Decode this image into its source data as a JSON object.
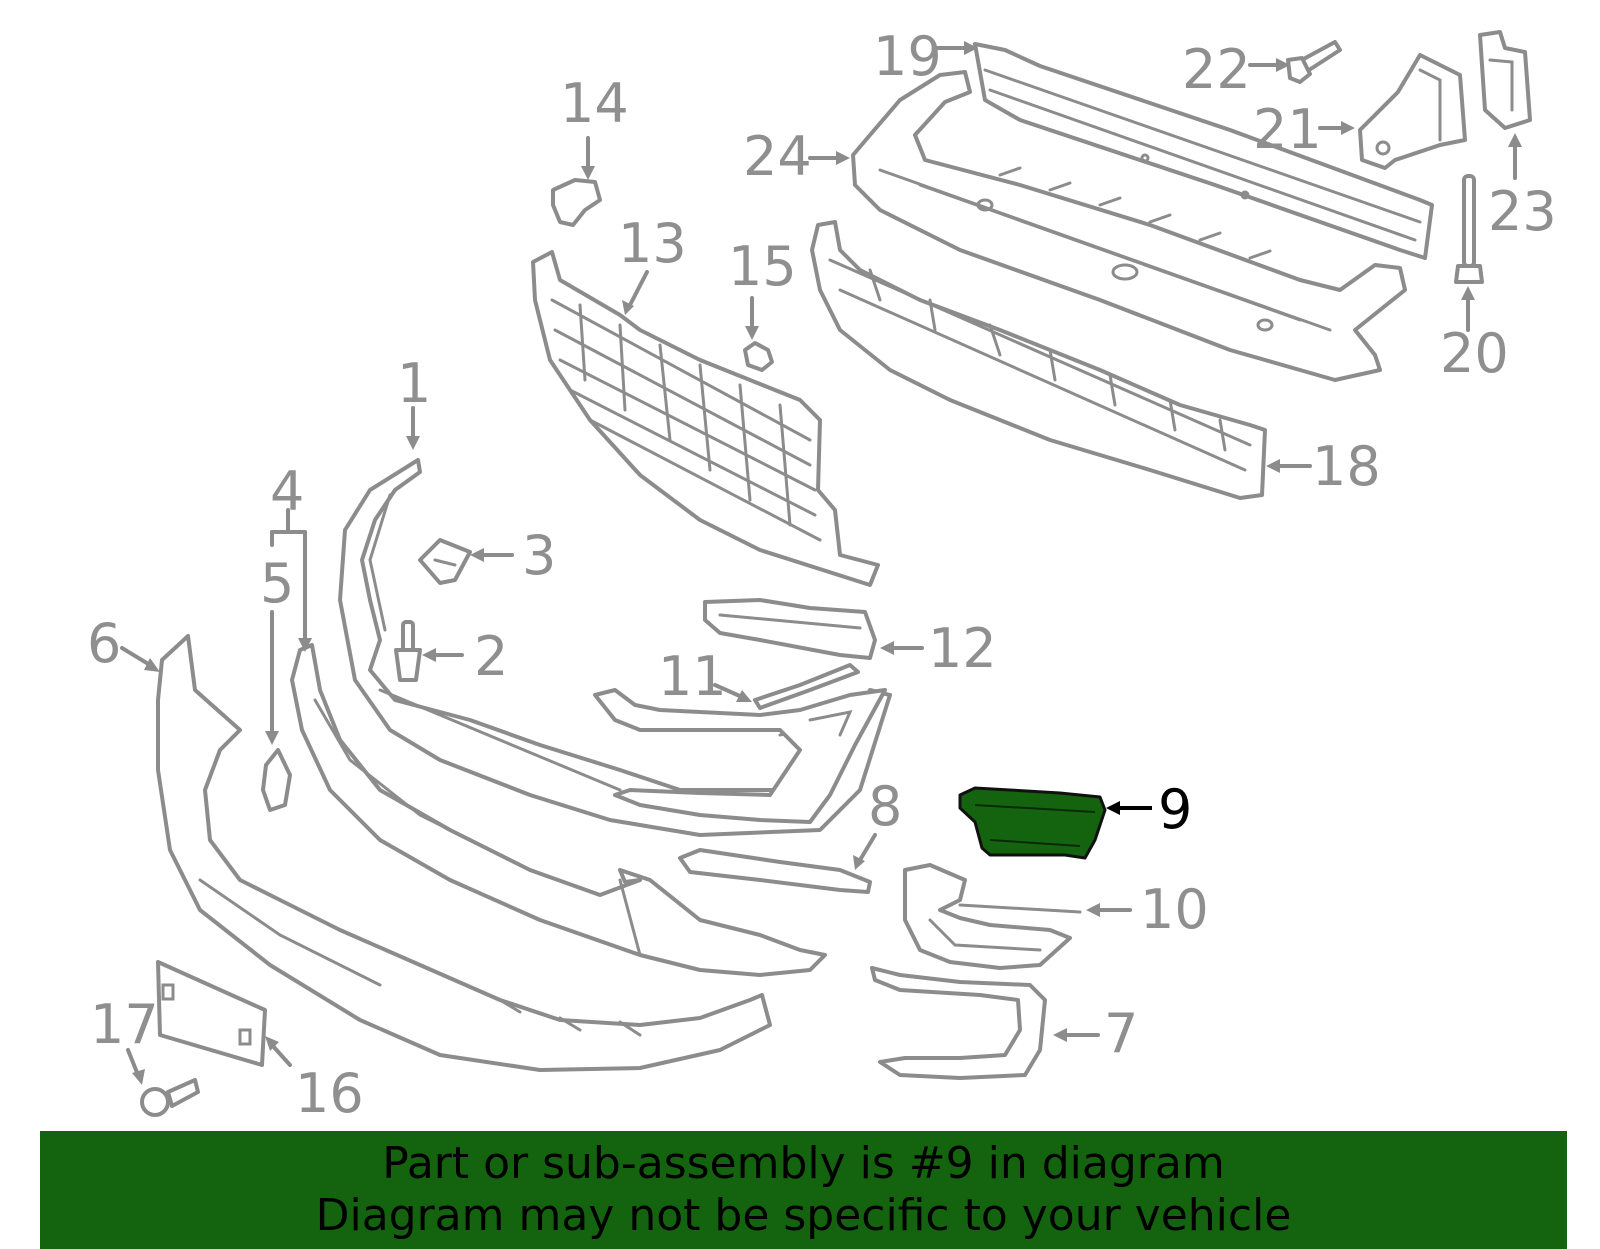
{
  "diagram": {
    "highlighted_part": "9",
    "highlight_color": "#14640f",
    "callouts": [
      {
        "id": "1",
        "label": "1"
      },
      {
        "id": "2",
        "label": "2"
      },
      {
        "id": "3",
        "label": "3"
      },
      {
        "id": "4",
        "label": "4"
      },
      {
        "id": "5",
        "label": "5"
      },
      {
        "id": "6",
        "label": "6"
      },
      {
        "id": "7",
        "label": "7"
      },
      {
        "id": "8",
        "label": "8"
      },
      {
        "id": "9",
        "label": "9"
      },
      {
        "id": "10",
        "label": "10"
      },
      {
        "id": "11",
        "label": "11"
      },
      {
        "id": "12",
        "label": "12"
      },
      {
        "id": "13",
        "label": "13"
      },
      {
        "id": "14",
        "label": "14"
      },
      {
        "id": "15",
        "label": "15"
      },
      {
        "id": "16",
        "label": "16"
      },
      {
        "id": "17",
        "label": "17"
      },
      {
        "id": "18",
        "label": "18"
      },
      {
        "id": "19",
        "label": "19"
      },
      {
        "id": "20",
        "label": "20"
      },
      {
        "id": "21",
        "label": "21"
      },
      {
        "id": "22",
        "label": "22"
      },
      {
        "id": "23",
        "label": "23"
      },
      {
        "id": "24",
        "label": "24"
      }
    ]
  },
  "banner": {
    "line1": "Part or sub-assembly is #9 in diagram",
    "line2": "Diagram may not be specific to your vehicle",
    "background_color": "#14640f",
    "text_color": "#000000"
  }
}
